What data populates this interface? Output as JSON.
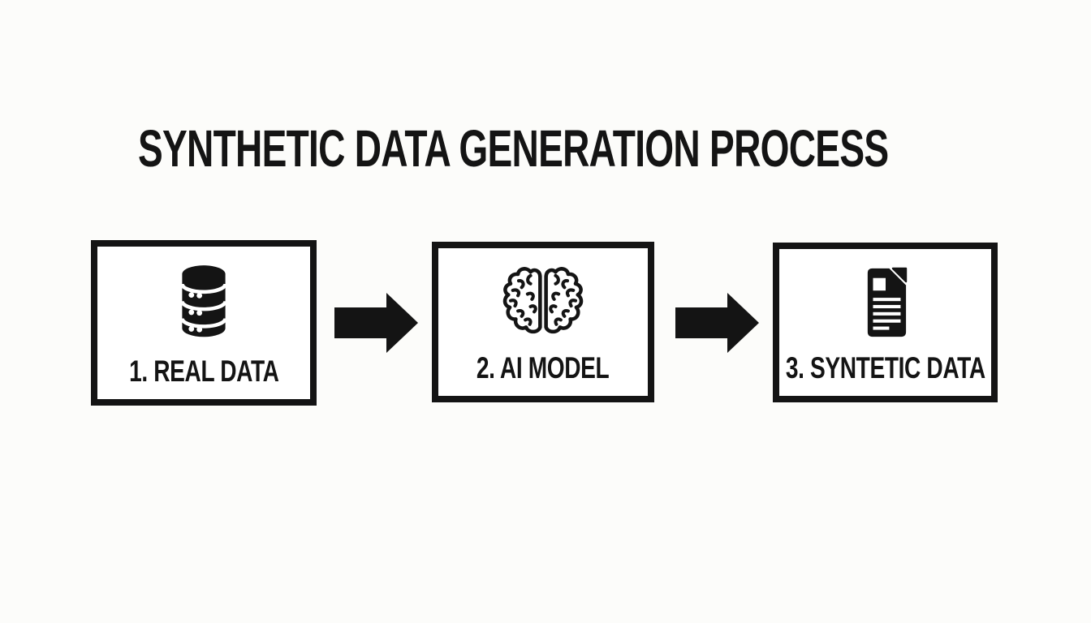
{
  "title": "SYNTHETIC DATA GENERATION PROCESS",
  "steps": [
    {
      "label": "1. REAL DATA",
      "icon": "database-icon"
    },
    {
      "label": "2. AI MODEL",
      "icon": "brain-icon"
    },
    {
      "label": "3. SYNTETIC DATA",
      "icon": "document-icon"
    }
  ],
  "connectors": [
    {
      "icon": "arrow-right-icon"
    },
    {
      "icon": "arrow-right-icon"
    }
  ],
  "colors": {
    "ink": "#141414",
    "background": "#fcfcfa",
    "box_fill": "#ffffff"
  }
}
